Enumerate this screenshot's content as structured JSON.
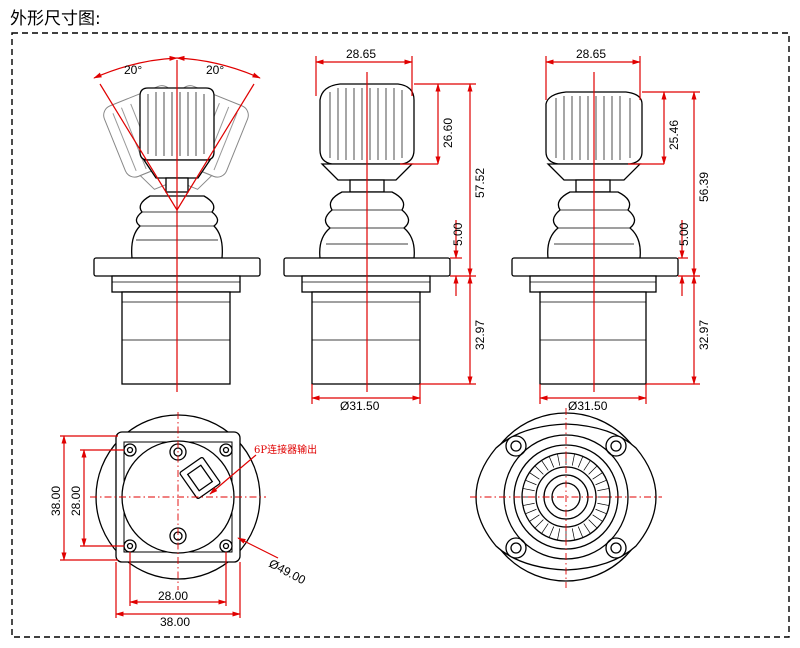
{
  "title": "外形尺寸图:",
  "annotations": {
    "angle_left": "20°",
    "angle_right": "20°",
    "mid_width": "28.65",
    "mid_knob_height": "26.60",
    "mid_total_height": "57.52",
    "mid_flange": "5.00",
    "mid_body_height": "32.97",
    "mid_diameter": "Ø31.50",
    "right_width": "28.65",
    "right_knob_height": "25.46",
    "right_total_height": "56.39",
    "right_flange": "5.00",
    "right_body_height": "32.97",
    "right_diameter": "Ø31.50",
    "bottom_outer_v": "38.00",
    "bottom_inner_v": "28.00",
    "bottom_inner_h": "28.00",
    "bottom_outer_h": "38.00",
    "bottom_diameter": "Ø49.00",
    "connector_note": "6P连接器输出"
  }
}
